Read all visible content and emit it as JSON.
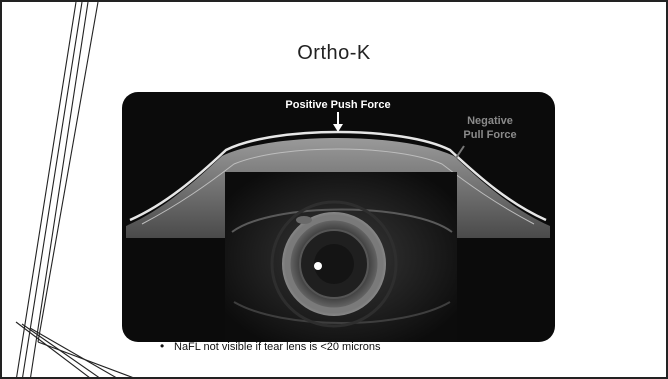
{
  "slide": {
    "title": "Ortho-K",
    "figure": {
      "top_label": "Positive Push Force",
      "right_label_line1": "Negative",
      "right_label_line2": "Pull Force"
    },
    "bullets": [
      "NaFL not visible if tear lens is <20 microns"
    ]
  }
}
